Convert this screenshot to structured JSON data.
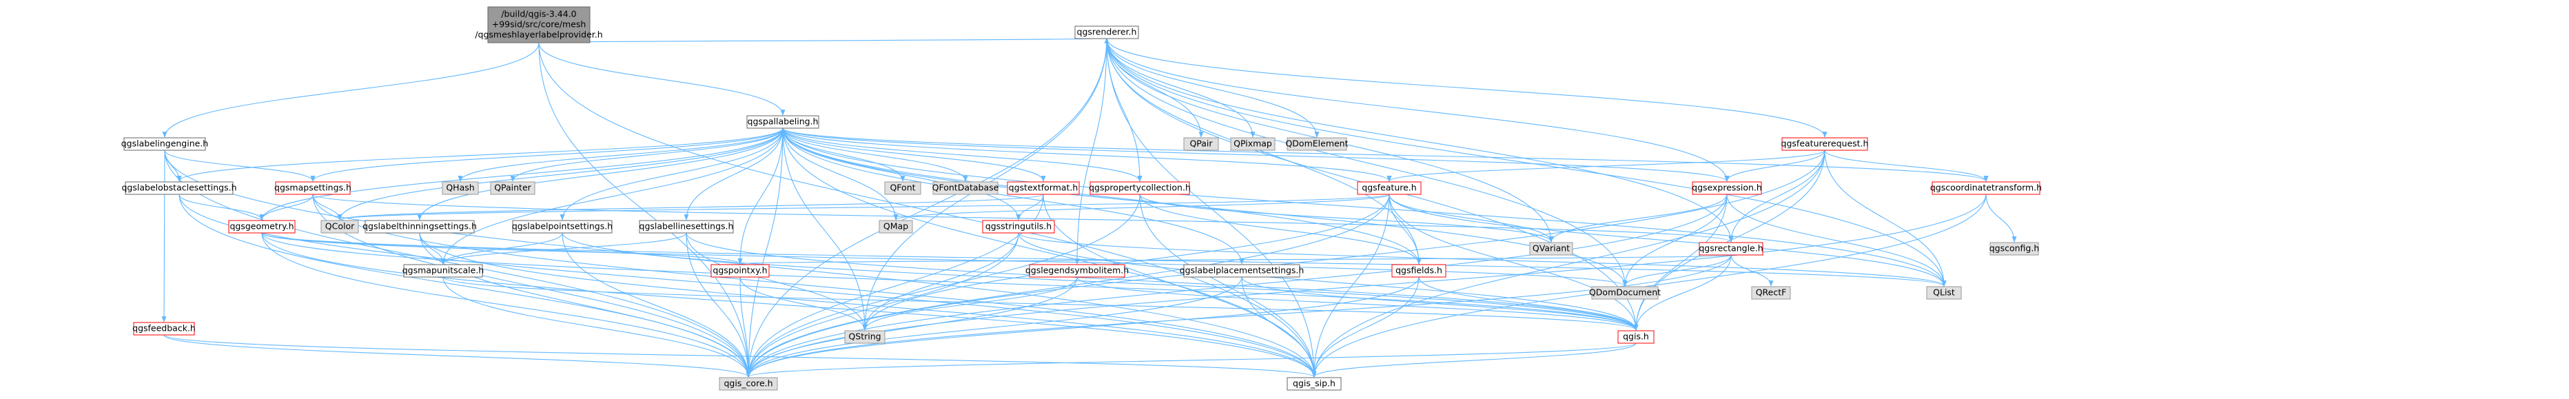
{
  "colors": {
    "root_fill": "#999999",
    "root_border": "#666666",
    "normal_fill": "#ffffff",
    "normal_border": "#666666",
    "red_border": "#ff0000",
    "external_fill": "#e0e0e0",
    "external_border": "#999999",
    "edge": "#63b8ff"
  },
  "nodes": [
    {
      "id": "root",
      "lines": [
        "/build/qgis-3.44.0",
        "+99sid/src/core/mesh",
        "/qgsmeshlayerlabelprovider.h"
      ],
      "kind": "root"
    },
    {
      "id": "qgsrenderer",
      "lines": [
        "qgsrenderer.h"
      ],
      "kind": "normal"
    },
    {
      "id": "qgslabelingengine",
      "lines": [
        "qgslabelingengine.h"
      ],
      "kind": "normal"
    },
    {
      "id": "qgspallabeling",
      "lines": [
        "qgspallabeling.h"
      ],
      "kind": "normal"
    },
    {
      "id": "QPair",
      "lines": [
        "QPair"
      ],
      "kind": "external"
    },
    {
      "id": "QPixmap",
      "lines": [
        "QPixmap"
      ],
      "kind": "external"
    },
    {
      "id": "QDomElement",
      "lines": [
        "QDomElement"
      ],
      "kind": "external"
    },
    {
      "id": "qgsfeaturerequest",
      "lines": [
        "qgsfeaturerequest.h"
      ],
      "kind": "red"
    },
    {
      "id": "qgslabelobstaclesettings",
      "lines": [
        "qgslabelobstaclesettings.h"
      ],
      "kind": "normal"
    },
    {
      "id": "qgsmapsettings",
      "lines": [
        "qgsmapsettings.h"
      ],
      "kind": "red"
    },
    {
      "id": "QHash",
      "lines": [
        "QHash"
      ],
      "kind": "external"
    },
    {
      "id": "QPainter",
      "lines": [
        "QPainter"
      ],
      "kind": "external"
    },
    {
      "id": "QFont",
      "lines": [
        "QFont"
      ],
      "kind": "external"
    },
    {
      "id": "QFontDatabase",
      "lines": [
        "QFontDatabase"
      ],
      "kind": "external"
    },
    {
      "id": "qgstextformat",
      "lines": [
        "qgstextformat.h"
      ],
      "kind": "red"
    },
    {
      "id": "qgspropertycollection",
      "lines": [
        "qgspropertycollection.h"
      ],
      "kind": "red"
    },
    {
      "id": "qgsfeature",
      "lines": [
        "qgsfeature.h"
      ],
      "kind": "red"
    },
    {
      "id": "qgsexpression",
      "lines": [
        "qgsexpression.h"
      ],
      "kind": "red"
    },
    {
      "id": "qgscoordinatetransform",
      "lines": [
        "qgscoordinatetransform.h"
      ],
      "kind": "red"
    },
    {
      "id": "qgsgeometry",
      "lines": [
        "qgsgeometry.h"
      ],
      "kind": "red"
    },
    {
      "id": "QColor",
      "lines": [
        "QColor"
      ],
      "kind": "external"
    },
    {
      "id": "qgslabelthinningsettings",
      "lines": [
        "qgslabelthinningsettings.h"
      ],
      "kind": "normal"
    },
    {
      "id": "qgslabelpointsettings",
      "lines": [
        "qgslabelpointsettings.h"
      ],
      "kind": "normal"
    },
    {
      "id": "qgslabellinesettings",
      "lines": [
        "qgslabellinesettings.h"
      ],
      "kind": "normal"
    },
    {
      "id": "QMap",
      "lines": [
        "QMap"
      ],
      "kind": "external"
    },
    {
      "id": "qgsstringutils",
      "lines": [
        "qgsstringutils.h"
      ],
      "kind": "red"
    },
    {
      "id": "QVariant",
      "lines": [
        "QVariant"
      ],
      "kind": "external"
    },
    {
      "id": "qgsrectangle",
      "lines": [
        "qgsrectangle.h"
      ],
      "kind": "red"
    },
    {
      "id": "qgsconfig",
      "lines": [
        "qgsconfig.h"
      ],
      "kind": "external"
    },
    {
      "id": "qgsfeedback",
      "lines": [
        "qgsfeedback.h"
      ],
      "kind": "red"
    },
    {
      "id": "qgsmapunitscale",
      "lines": [
        "qgsmapunitscale.h"
      ],
      "kind": "normal"
    },
    {
      "id": "qgspointxy",
      "lines": [
        "qgspointxy.h"
      ],
      "kind": "red"
    },
    {
      "id": "qgslegendsymbolitem",
      "lines": [
        "qgslegendsymbolitem.h"
      ],
      "kind": "red"
    },
    {
      "id": "qgslabelplacementsettings",
      "lines": [
        "qgslabelplacementsettings.h"
      ],
      "kind": "normal"
    },
    {
      "id": "qgsfields",
      "lines": [
        "qgsfields.h"
      ],
      "kind": "red"
    },
    {
      "id": "QDomDocument",
      "lines": [
        "QDomDocument"
      ],
      "kind": "external"
    },
    {
      "id": "QRectF",
      "lines": [
        "QRectF"
      ],
      "kind": "external"
    },
    {
      "id": "QList",
      "lines": [
        "QList"
      ],
      "kind": "external"
    },
    {
      "id": "QString",
      "lines": [
        "QString"
      ],
      "kind": "external"
    },
    {
      "id": "qgis",
      "lines": [
        "qgis.h"
      ],
      "kind": "red"
    },
    {
      "id": "qgis_core",
      "lines": [
        "qgis_core.h"
      ],
      "kind": "external"
    },
    {
      "id": "qgis_sip",
      "lines": [
        "qgis_sip.h"
      ],
      "kind": "normal"
    }
  ],
  "edges": [
    [
      "root",
      "qgsrenderer"
    ],
    [
      "root",
      "qgslabelingengine"
    ],
    [
      "root",
      "qgspallabeling"
    ],
    [
      "root",
      "qgis_core"
    ],
    [
      "root",
      "qgis_sip"
    ],
    [
      "qgsrenderer",
      "QPair"
    ],
    [
      "qgsrenderer",
      "QPixmap"
    ],
    [
      "qgsrenderer",
      "QDomElement"
    ],
    [
      "qgsrenderer",
      "qgsfeaturerequest"
    ],
    [
      "qgsrenderer",
      "qgspropertycollection"
    ],
    [
      "qgsrenderer",
      "qgsexpression"
    ],
    [
      "qgsrenderer",
      "QVariant"
    ],
    [
      "qgsrenderer",
      "qgsrectangle"
    ],
    [
      "qgsrenderer",
      "qgslegendsymbolitem"
    ],
    [
      "qgsrenderer",
      "qgsfields"
    ],
    [
      "qgsrenderer",
      "QDomDocument"
    ],
    [
      "qgsrenderer",
      "QList"
    ],
    [
      "qgsrenderer",
      "QString"
    ],
    [
      "qgsrenderer",
      "qgis"
    ],
    [
      "qgsrenderer",
      "qgis_core"
    ],
    [
      "qgsrenderer",
      "qgis_sip"
    ],
    [
      "qgslabelingengine",
      "qgsmapsettings"
    ],
    [
      "qgslabelingengine",
      "qgslabelobstaclesettings"
    ],
    [
      "qgslabelingengine",
      "qgsfeedback"
    ],
    [
      "qgslabelingengine",
      "qgis_core"
    ],
    [
      "qgslabelingengine",
      "qgis_sip"
    ],
    [
      "qgspallabeling",
      "qgslabelobstaclesettings"
    ],
    [
      "qgspallabeling",
      "qgsmapsettings"
    ],
    [
      "qgspallabeling",
      "QHash"
    ],
    [
      "qgspallabeling",
      "QPainter"
    ],
    [
      "qgspallabeling",
      "QFont"
    ],
    [
      "qgspallabeling",
      "QFontDatabase"
    ],
    [
      "qgspallabeling",
      "qgstextformat"
    ],
    [
      "qgspallabeling",
      "qgspropertycollection"
    ],
    [
      "qgspallabeling",
      "qgsfeature"
    ],
    [
      "qgspallabeling",
      "qgsexpression"
    ],
    [
      "qgspallabeling",
      "qgscoordinatetransform"
    ],
    [
      "qgspallabeling",
      "qgsgeometry"
    ],
    [
      "qgspallabeling",
      "QColor"
    ],
    [
      "qgspallabeling",
      "qgslabelthinningsettings"
    ],
    [
      "qgspallabeling",
      "qgslabelpointsettings"
    ],
    [
      "qgspallabeling",
      "qgslabellinesettings"
    ],
    [
      "qgspallabeling",
      "QMap"
    ],
    [
      "qgspallabeling",
      "qgsstringutils"
    ],
    [
      "qgspallabeling",
      "qgsmapunitscale"
    ],
    [
      "qgspallabeling",
      "qgspointxy"
    ],
    [
      "qgspallabeling",
      "qgslabelplacementsettings"
    ],
    [
      "qgspallabeling",
      "qgsfields"
    ],
    [
      "qgspallabeling",
      "QDomDocument"
    ],
    [
      "qgspallabeling",
      "QList"
    ],
    [
      "qgspallabeling",
      "QString"
    ],
    [
      "qgspallabeling",
      "qgis_core"
    ],
    [
      "qgspallabeling",
      "qgis_sip"
    ],
    [
      "qgsfeaturerequest",
      "qgsfeature"
    ],
    [
      "qgsfeaturerequest",
      "qgsexpression"
    ],
    [
      "qgsfeaturerequest",
      "qgscoordinatetransform"
    ],
    [
      "qgsfeaturerequest",
      "qgsrectangle"
    ],
    [
      "qgsfeaturerequest",
      "QList"
    ],
    [
      "qgsfeaturerequest",
      "qgis"
    ],
    [
      "qgsfeaturerequest",
      "qgis_core"
    ],
    [
      "qgsfeaturerequest",
      "qgis_sip"
    ],
    [
      "qgslabelobstaclesettings",
      "qgsgeometry"
    ],
    [
      "qgslabelobstaclesettings",
      "qgis_core"
    ],
    [
      "qgslabelobstaclesettings",
      "qgis_sip"
    ],
    [
      "qgsmapsettings",
      "QColor"
    ],
    [
      "qgsmapsettings",
      "qgsgeometry"
    ],
    [
      "qgsmapsettings",
      "qgsrectangle"
    ],
    [
      "qgsmapsettings",
      "qgis_core"
    ],
    [
      "qgsmapsettings",
      "qgis_sip"
    ],
    [
      "qgstextformat",
      "QColor"
    ],
    [
      "qgstextformat",
      "qgsstringutils"
    ],
    [
      "qgstextformat",
      "qgis_core"
    ],
    [
      "qgstextformat",
      "qgis_sip"
    ],
    [
      "qgspropertycollection",
      "QVariant"
    ],
    [
      "qgspropertycollection",
      "qgis_core"
    ],
    [
      "qgspropertycollection",
      "qgis_sip"
    ],
    [
      "qgspropertycollection",
      "qgsfields"
    ],
    [
      "qgsfeature",
      "QMap"
    ],
    [
      "qgsfeature",
      "QString"
    ],
    [
      "qgsfeature",
      "QVariant"
    ],
    [
      "qgsfeature",
      "QList"
    ],
    [
      "qgsfeature",
      "qgsfields"
    ],
    [
      "qgsfeature",
      "qgis_core"
    ],
    [
      "qgsfeature",
      "qgis_sip"
    ],
    [
      "qgsfeature",
      "qgis"
    ],
    [
      "qgsfeature",
      "QColor"
    ],
    [
      "qgsexpression",
      "QVariant"
    ],
    [
      "qgsexpression",
      "QList"
    ],
    [
      "qgsexpression",
      "QDomDocument"
    ],
    [
      "qgsexpression",
      "qgis"
    ],
    [
      "qgsexpression",
      "qgis_core"
    ],
    [
      "qgscoordinatetransform",
      "qgsconfig"
    ],
    [
      "qgscoordinatetransform",
      "qgis_core"
    ],
    [
      "qgscoordinatetransform",
      "qgis_sip"
    ],
    [
      "qgsgeometry",
      "QDomDocument"
    ],
    [
      "qgsgeometry",
      "QList"
    ],
    [
      "qgsgeometry",
      "qgspointxy"
    ],
    [
      "qgsgeometry",
      "qgis_core"
    ],
    [
      "qgsgeometry",
      "qgis_sip"
    ],
    [
      "qgsgeometry",
      "qgis"
    ],
    [
      "qgslabelthinningsettings",
      "qgsmapunitscale"
    ],
    [
      "qgslabelthinningsettings",
      "qgis_core"
    ],
    [
      "qgslabelthinningsettings",
      "qgis_sip"
    ],
    [
      "qgslabelpointsettings",
      "qgsmapunitscale"
    ],
    [
      "qgslabelpointsettings",
      "qgis_core"
    ],
    [
      "qgslabelpointsettings",
      "qgis"
    ],
    [
      "qgslabellinesettings",
      "qgsmapunitscale"
    ],
    [
      "qgslabellinesettings",
      "qgis_core"
    ],
    [
      "qgslabellinesettings",
      "qgis"
    ],
    [
      "qgslabellinesettings",
      "QString"
    ],
    [
      "qgsstringutils",
      "QString"
    ],
    [
      "qgsstringutils",
      "QList"
    ],
    [
      "qgsstringutils",
      "qgis_core"
    ],
    [
      "qgsstringutils",
      "qgis"
    ],
    [
      "qgsrectangle",
      "QDomDocument"
    ],
    [
      "qgsrectangle",
      "QRectF"
    ],
    [
      "qgsrectangle",
      "qgis_core"
    ],
    [
      "qgsrectangle",
      "qgis"
    ],
    [
      "qgsrectangle",
      "qgspointxy"
    ],
    [
      "qgsfeedback",
      "qgis_core"
    ],
    [
      "qgsfeedback",
      "qgis_sip"
    ],
    [
      "qgsmapunitscale",
      "qgis_core"
    ],
    [
      "qgsmapunitscale",
      "qgis"
    ],
    [
      "qgspointxy",
      "QString"
    ],
    [
      "qgspointxy",
      "qgis_core"
    ],
    [
      "qgslegendsymbolitem",
      "QString"
    ],
    [
      "qgslegendsymbolitem",
      "qgis_core"
    ],
    [
      "qgslegendsymbolitem",
      "qgis"
    ],
    [
      "qgslabelplacementsettings",
      "qgis_core"
    ],
    [
      "qgslabelplacementsettings",
      "qgis"
    ],
    [
      "qgslabelplacementsettings",
      "qgis_sip"
    ],
    [
      "qgsfields",
      "qgis_core"
    ],
    [
      "qgsfields",
      "qgis"
    ],
    [
      "qgsfields",
      "qgis_sip"
    ],
    [
      "qgis",
      "qgis_core"
    ],
    [
      "qgis",
      "qgis_sip"
    ]
  ]
}
